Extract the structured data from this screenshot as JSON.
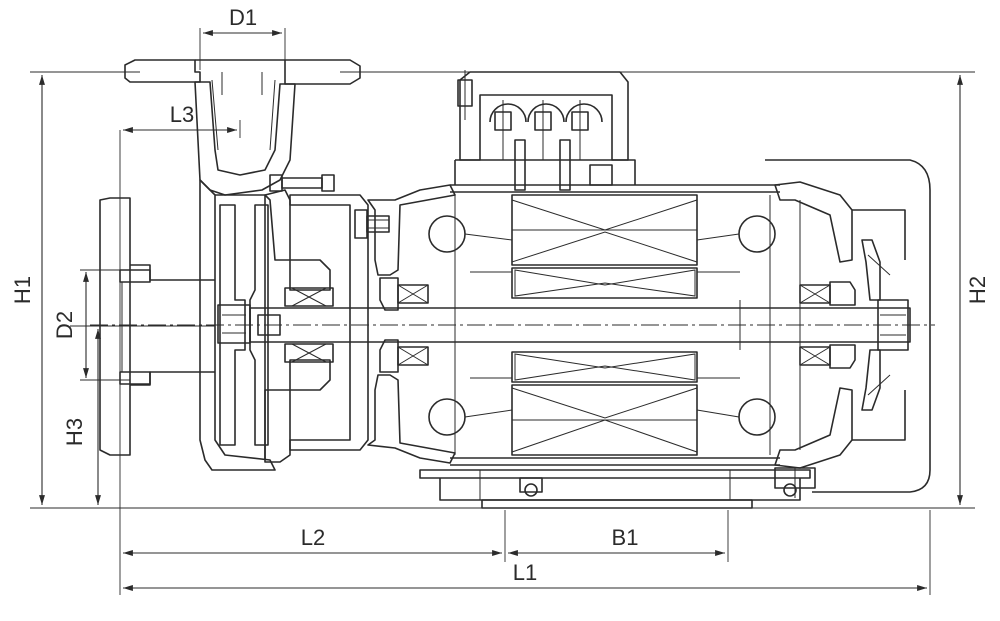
{
  "dimensions": {
    "D1": "D1",
    "L3": "L3",
    "H1": "H1",
    "D2": "D2",
    "H3": "H3",
    "L2": "L2",
    "B1": "B1",
    "L1": "L1",
    "H2": "H2"
  },
  "colors": {
    "line": "#2b2b2b",
    "background": "#ffffff"
  }
}
